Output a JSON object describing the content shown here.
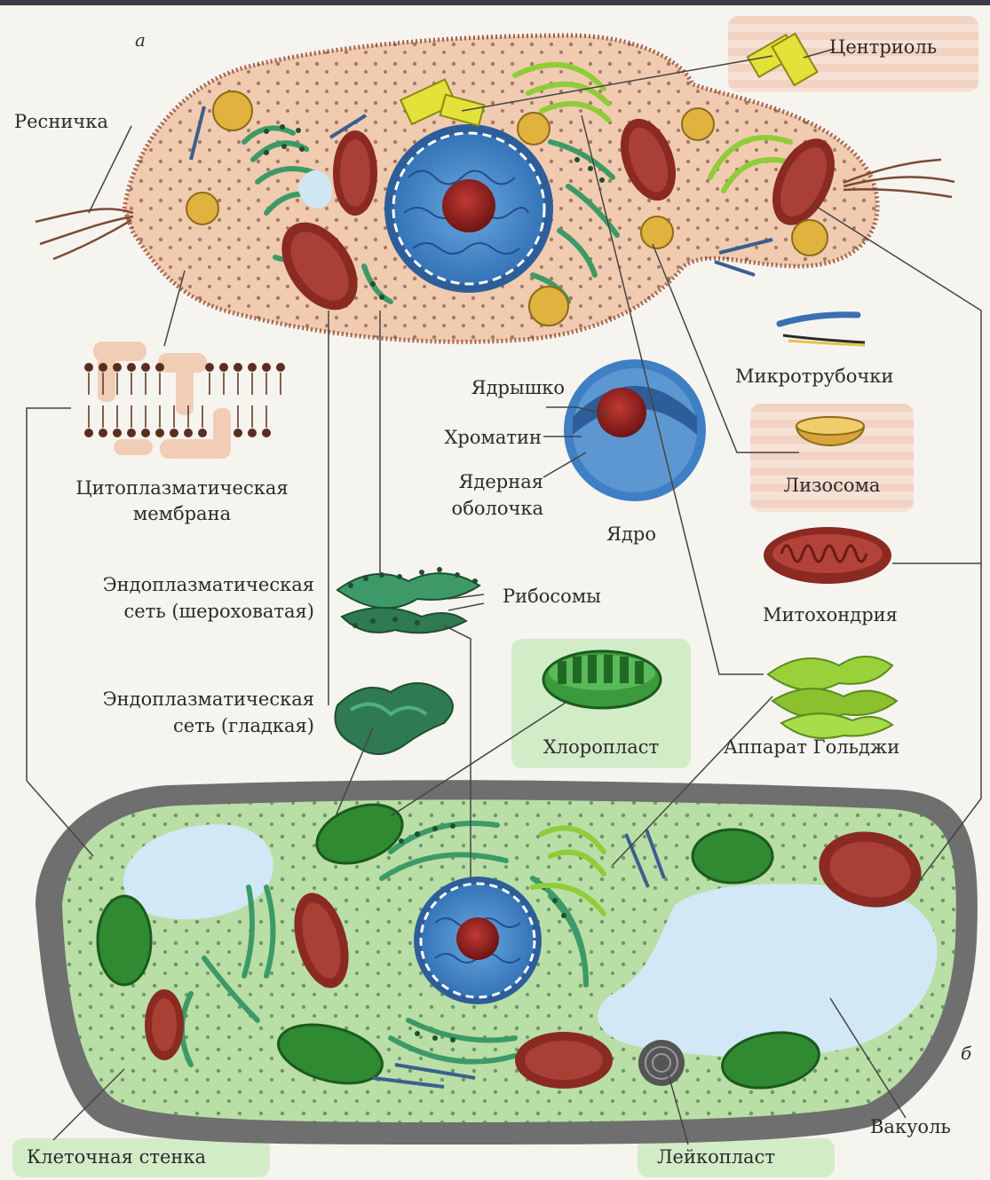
{
  "figure": {
    "panel_animal": "а",
    "panel_plant": "б"
  },
  "labels": {
    "cilium": "Ресничка",
    "centriole": "Центриоль",
    "microtubules": "Микротрубочки",
    "nucleolus": "Ядрышко",
    "chromatin": "Хроматин",
    "nuclear_envelope_1": "Ядерная",
    "nuclear_envelope_2": "оболочка",
    "nucleus": "Ядро",
    "lysosome": "Лизосома",
    "membrane_1": "Цитоплазматическая",
    "membrane_2": "мембрана",
    "rough_er_1": "Эндоплазматическая",
    "rough_er_2": "сеть (шероховатая)",
    "ribosomes": "Рибосомы",
    "mitochondrion": "Митохондрия",
    "smooth_er_1": "Эндоплазматическая",
    "smooth_er_2": "сеть (гладкая)",
    "chloroplast": "Хлоропласт",
    "golgi": "Аппарат Гольджи",
    "vacuole": "Вакуоль",
    "cell_wall": "Клеточная стенка",
    "leucoplast": "Лейкопласт"
  },
  "colors": {
    "animal_cytoplasm": "#f0c9ad",
    "animal_membrane": "#a4604b",
    "plant_cytoplasm": "#b9dfa6",
    "cell_wall": "#6f6f6f",
    "nucleus": "#3f7fc4",
    "nucleolus": "#8c1e1e",
    "mitochondrion": "#8a2a22",
    "chloroplast": "#2f8a32",
    "er_green": "#3d9a68",
    "golgi": "#9ad03a",
    "lysosome": "#d9a53a",
    "centriole": "#e4e23a",
    "vacuole": "#cde6f4",
    "label_bg_pink": "#f1d3c4",
    "label_bg_green": "#d2ecc8"
  }
}
